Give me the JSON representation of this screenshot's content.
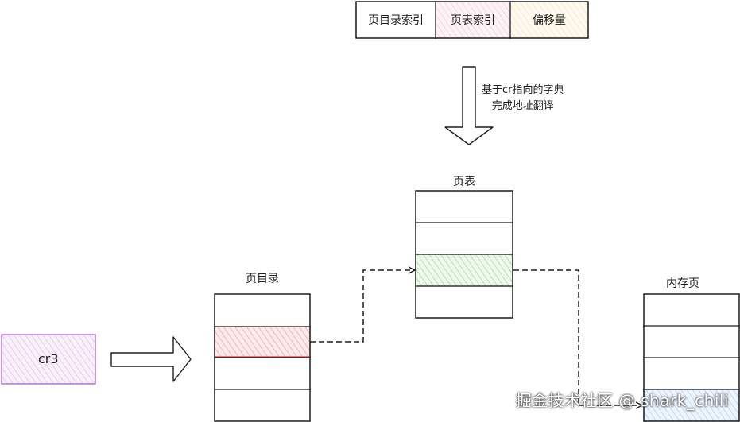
{
  "address_bar": {
    "segments": [
      "页目录索引",
      "页表索引",
      "偏移量"
    ]
  },
  "translation_note": {
    "line1": "基于cr指向的字典",
    "line2": "完成地址翻译"
  },
  "page_directory": {
    "title": "页目录"
  },
  "page_table": {
    "title": "页表"
  },
  "memory_page": {
    "title": "内存页"
  },
  "cr3": {
    "label": "cr3"
  },
  "watermark": "掘金技术社区 @ shark_chili",
  "colors": {
    "line": "#1e1e1e",
    "red_hatch": "#e03131",
    "green_hatch": "#2f9e44",
    "purple_hatch": "#ae6bd6",
    "blue_hatch": "#4a90d9"
  }
}
